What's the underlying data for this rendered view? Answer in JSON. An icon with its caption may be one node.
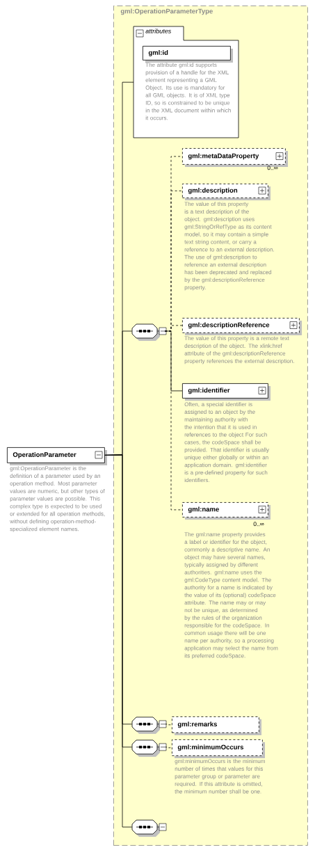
{
  "diagram": {
    "nodes": [
      {
        "text": [
          "OperationParameter"
        ],
        "beside": [
          "gml:OperationParameter is the definition of a parameter used by an operation method. Most parameter values are numeric, but other types of parameter values are possible. This complex type is expected to be used or extended for all operation methods, without defining operation-method-specialized element names."
        ]
      },
      {
        "text": [
          "gml:OperationParameterType"
        ]
      },
      {
        "text": [
          "attributes"
        ],
        "in": 1
      },
      {
        "text": [
          "gml:id"
        ],
        "in": 2,
        "beside": [
          "The attribute gml:id supports provision of a handle for the XML element representing a GML Object. Its use is mandatory for all GML objects. It is of XML type ID, so is constrained to be unique in the XML document within which it occurs."
        ]
      },
      {
        "text": [],
        "shape": "octagon",
        "in": 1
      },
      {
        "text": [
          "gml:metaDataProperty"
        ],
        "in": 1,
        "beside": [
          "0..∞"
        ]
      },
      {
        "text": [
          "gml:description"
        ],
        "in": 1,
        "beside": [
          "The value of this property is a text description of the object. gml:description uses gml:StringOrRefType as its content model, so it may contain a simple text string content, or carry a reference to an external description. The use of gml:description to reference an external description has been deprecated and replaced by the gml:descriptionReference property."
        ]
      },
      {
        "text": [
          "gml:descriptionReference"
        ],
        "in": 1,
        "beside": [
          "The value of this property is a remote text description of the object. The xlink:href attribute of the gml:descriptionReference property references the external description."
        ]
      },
      {
        "text": [
          "gml:identifier"
        ],
        "in": 1,
        "beside": [
          "Often, a special identifier is assigned to an object by the maintaining authority with the intention that it is used in references to the object For such cases, the codeSpace shall be provided. That identifier is usually unique either globally or within an application domain. gml:identifier is a pre-defined property for such identifiers."
        ]
      },
      {
        "text": [
          "gml:name"
        ],
        "in": 1,
        "beside": [
          "0..∞",
          "The gml:name property provides a label or identifier for the object, commonly a descriptive name. An object may have several names, typically assigned by different authorities. gml:name uses the gml:CodeType content model. The authority for a name is indicated by the value of its (optional) codeSpace attribute. The name may or may not be unique, as determined by the rules of the organization responsible for the codeSpace. In common usage there will be one name per authority, so a processing application may select the name from its preferred codeSpace."
        ]
      },
      {
        "text": [],
        "shape": "octagon",
        "in": 1
      },
      {
        "text": [
          "gml:remarks"
        ],
        "in": 1
      },
      {
        "text": [],
        "shape": "octagon",
        "in": 1
      },
      {
        "text": [
          "gml:minimumOccurs"
        ],
        "in": 1,
        "beside": [
          "gml:minimumOccurs is the minimum number of times that values for this parameter group or parameter are required. If this attribute is omitted, the minimum number shall be one."
        ]
      },
      {
        "text": [],
        "shape": "octagon",
        "in": 1
      }
    ],
    "edges": [
      {
        "from": 0,
        "to": 2,
        "arrow": "none"
      },
      {
        "from": 0,
        "to": 4,
        "arrow": "none"
      },
      {
        "from": 0,
        "to": 10,
        "arrow": "none"
      },
      {
        "from": 0,
        "to": 12,
        "arrow": "none"
      },
      {
        "from": 0,
        "to": 14,
        "arrow": "none"
      },
      {
        "from": 4,
        "to": 5,
        "arrow": "none",
        "style": "dashed"
      },
      {
        "from": 4,
        "to": 6,
        "arrow": "none",
        "style": "dashed"
      },
      {
        "from": 4,
        "to": 7,
        "arrow": "none",
        "style": "dashed"
      },
      {
        "from": 4,
        "to": 8,
        "arrow": "none"
      },
      {
        "from": 4,
        "to": 9,
        "arrow": "none",
        "style": "dashed"
      },
      {
        "from": 10,
        "to": 11,
        "arrow": "none",
        "style": "dashed"
      },
      {
        "from": 12,
        "to": 13,
        "arrow": "none",
        "style": "dashed"
      }
    ]
  }
}
